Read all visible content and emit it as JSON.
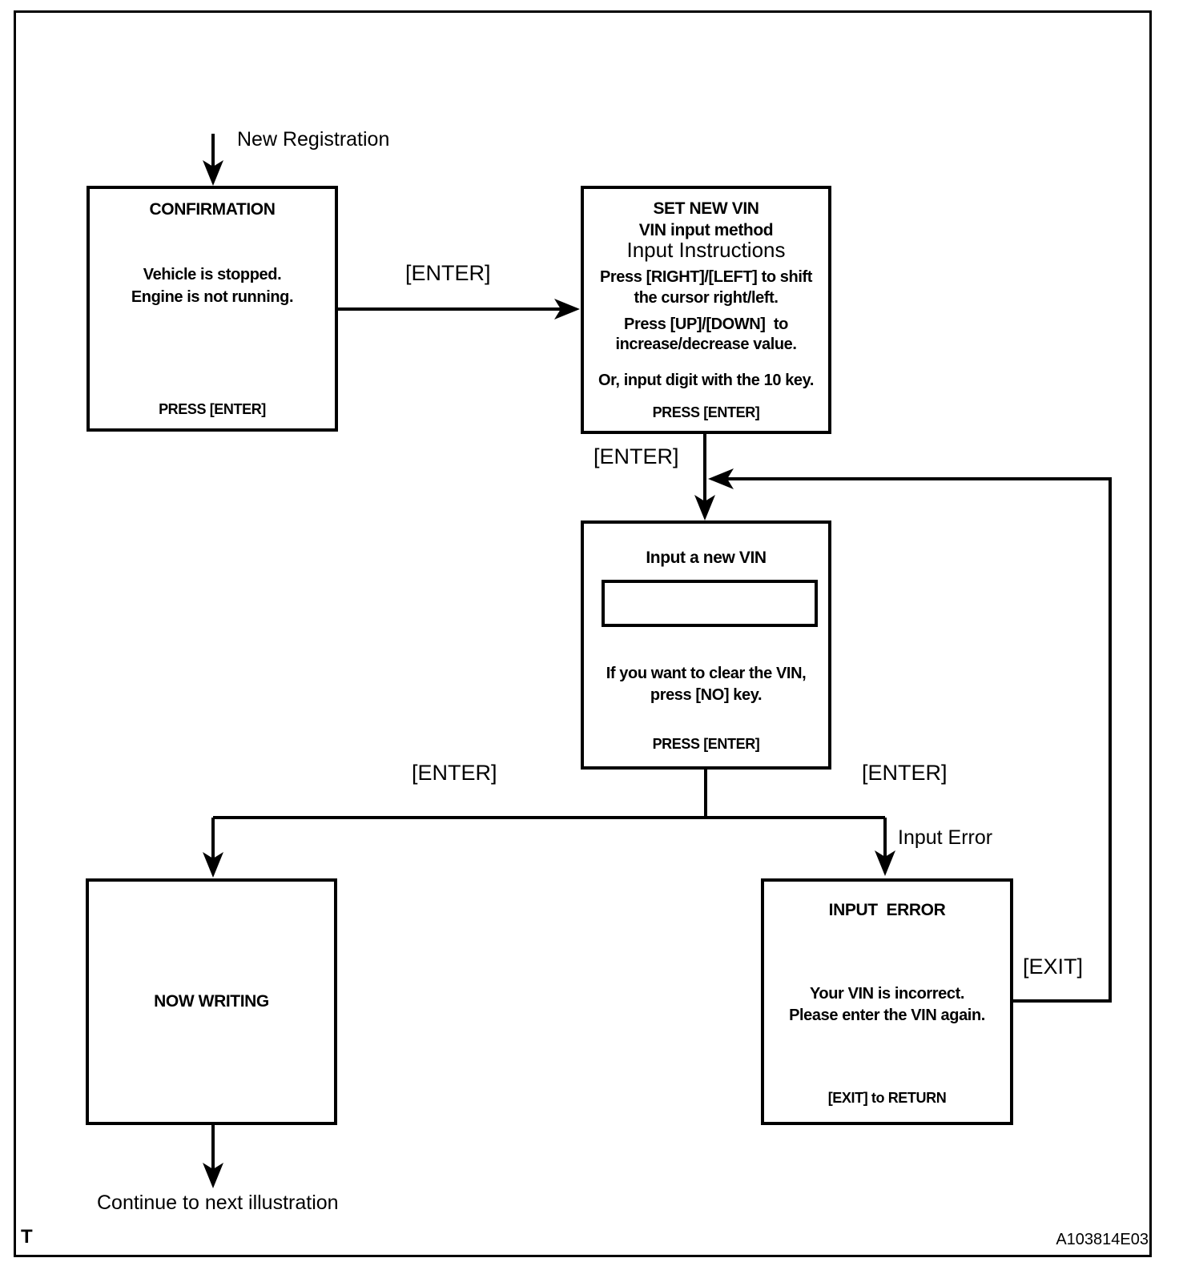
{
  "page": {
    "corner_mark": "T",
    "drawing_code": "A103814E03"
  },
  "flow": {
    "start_label": "New Registration",
    "end_label": "Continue to next illustration",
    "edge_labels": {
      "enter_top": "[ENTER]",
      "enter_mid": "[ENTER]",
      "enter_left": "[ENTER]",
      "enter_right": "[ENTER]",
      "input_error": "Input Error",
      "exit": "[EXIT]"
    }
  },
  "boxes": {
    "confirmation": {
      "title": "CONFIRMATION",
      "lines": [
        "Vehicle is stopped.",
        "Engine is not running."
      ],
      "footer": "PRESS [ENTER]"
    },
    "set_new_vin": {
      "title": "SET NEW VIN",
      "subtitle": "VIN input method",
      "heading": "Input Instructions",
      "lines": [
        "Press [RIGHT]/[LEFT] to shift",
        "the cursor right/left.",
        "Press [UP]/[DOWN]  to",
        "increase/decrease value.",
        "Or, input digit with the 10 key."
      ],
      "footer": "PRESS [ENTER]"
    },
    "input_vin": {
      "title": "Input a new VIN",
      "input_value": "",
      "lines": [
        "If you want to clear the VIN,",
        "press [NO] key."
      ],
      "footer": "PRESS [ENTER]"
    },
    "now_writing": {
      "title": "NOW WRITING"
    },
    "input_error": {
      "title": "INPUT  ERROR",
      "lines": [
        "Your VIN is incorrect.",
        "Please enter the VIN again."
      ],
      "footer": "[EXIT] to RETURN"
    }
  },
  "colors": {
    "ink": "#000000",
    "background": "#ffffff"
  }
}
